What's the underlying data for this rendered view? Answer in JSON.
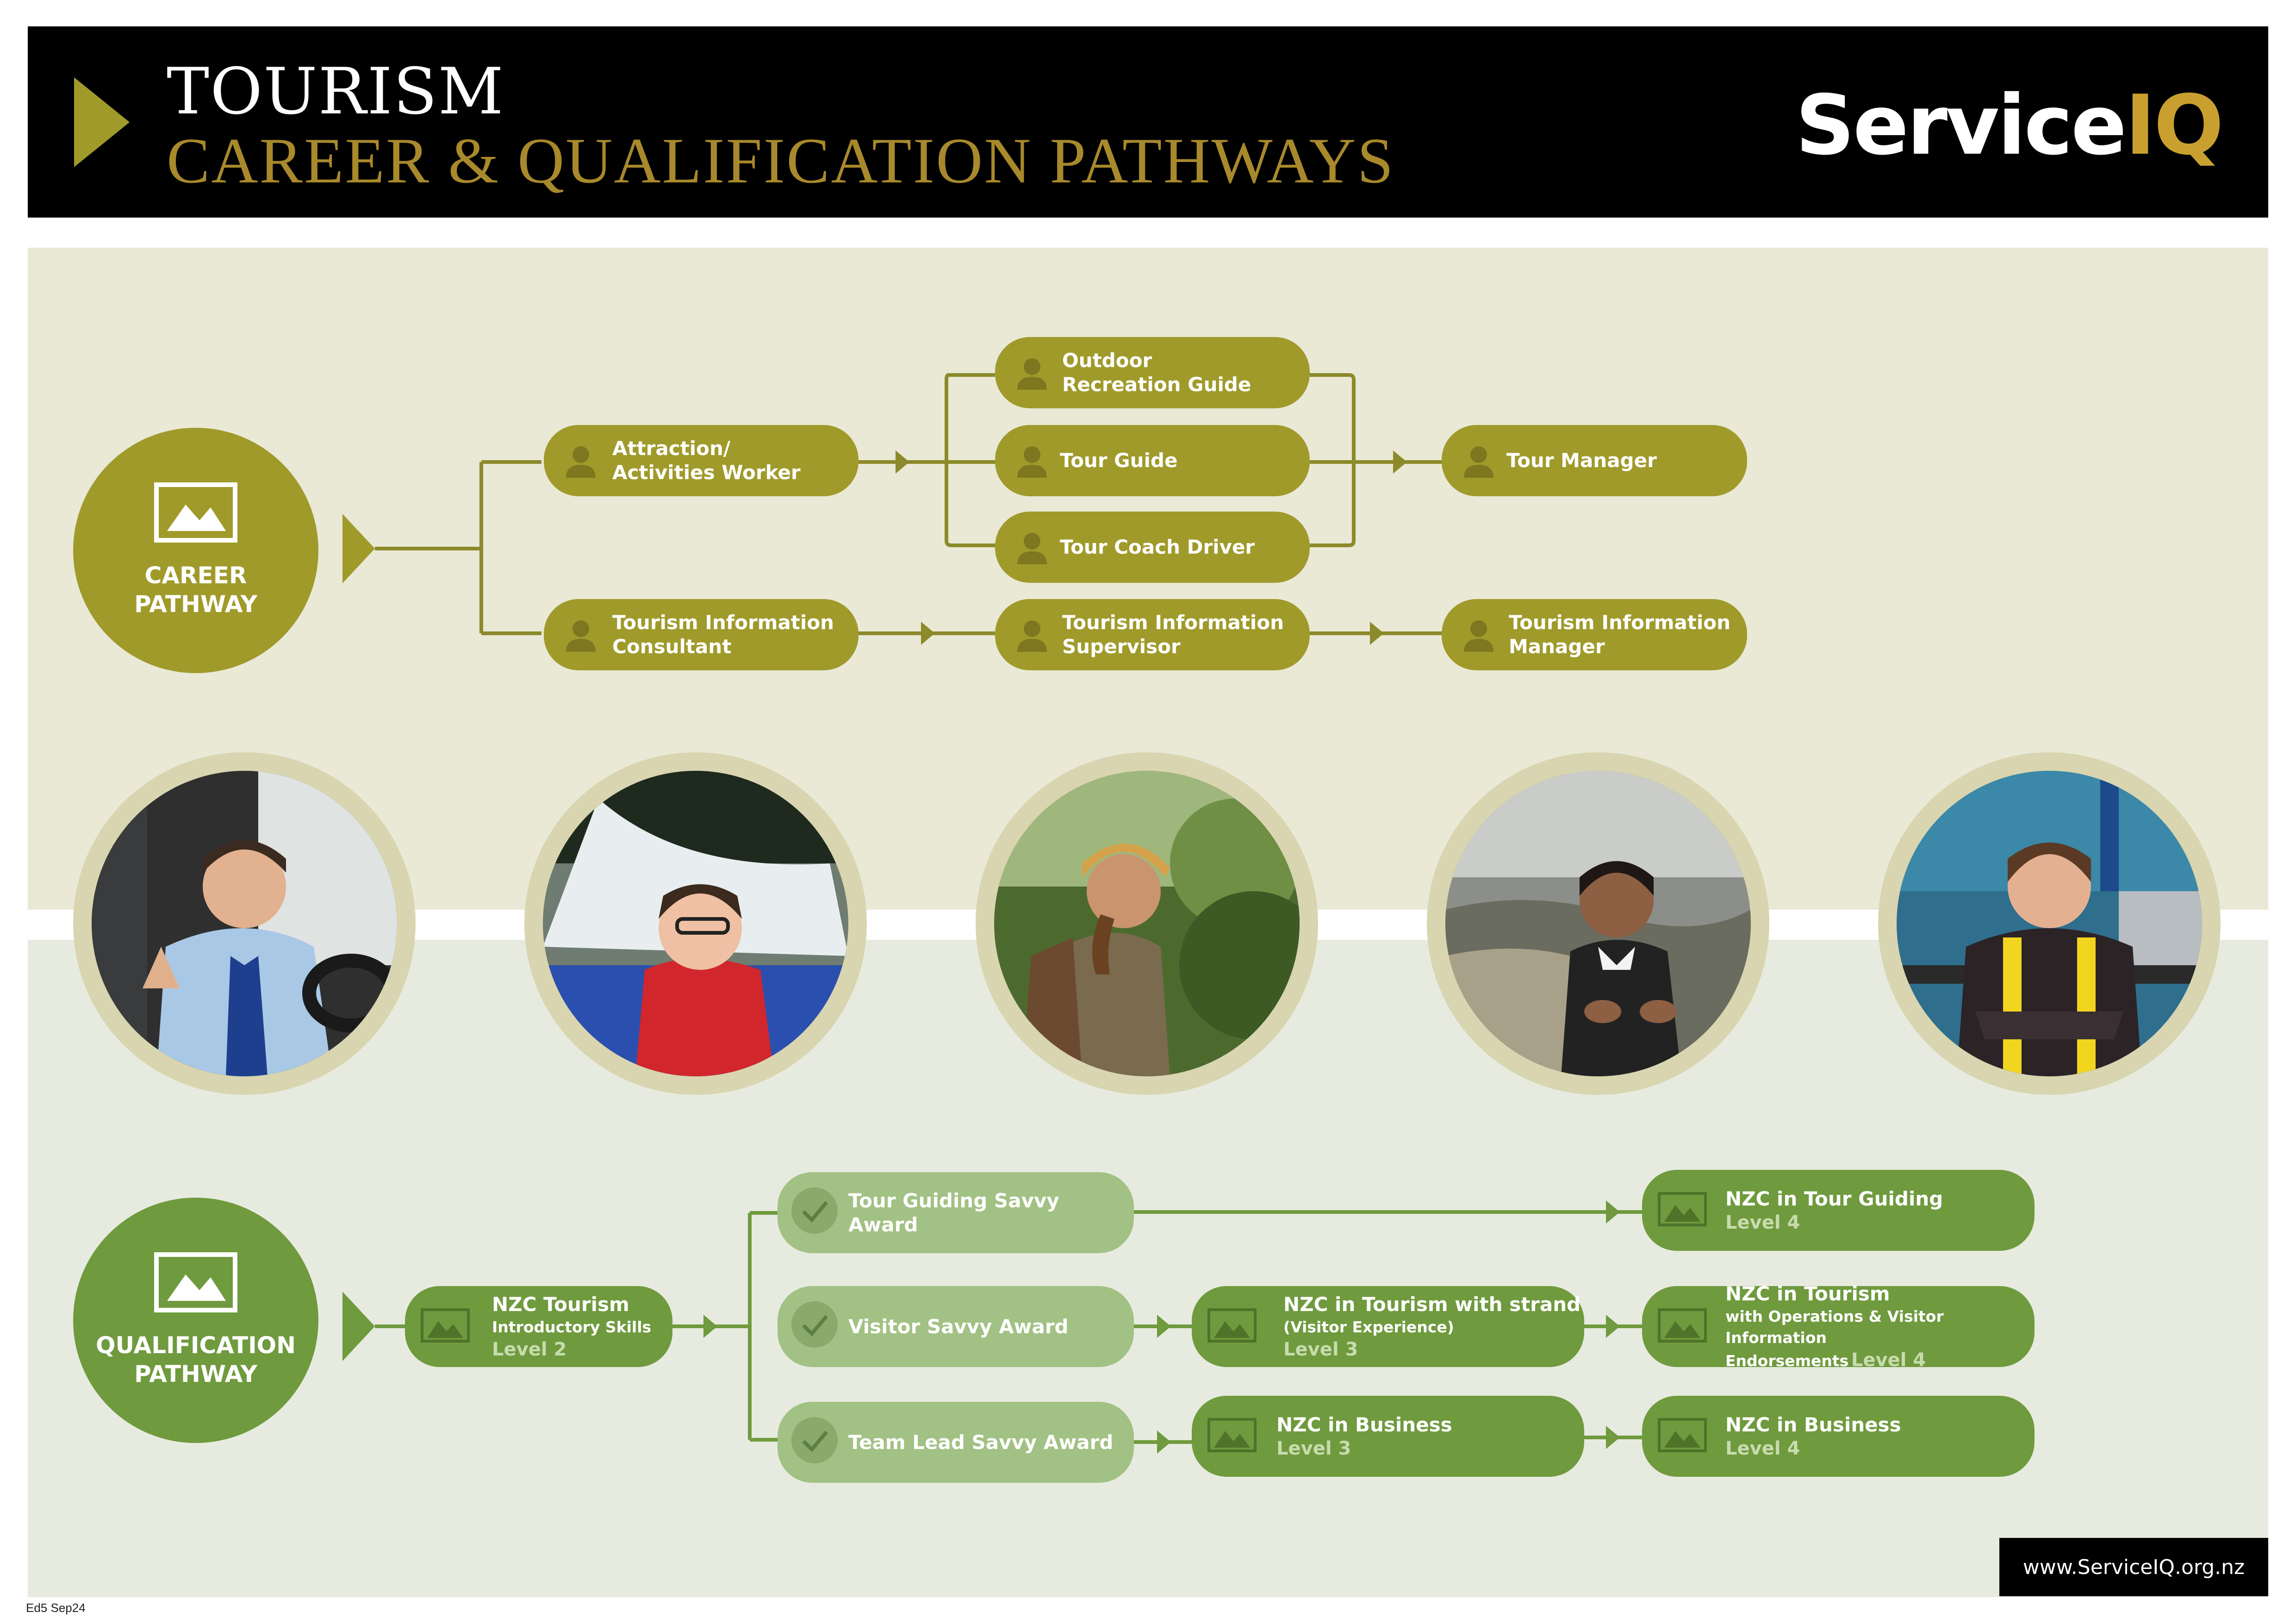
{
  "header": {
    "title": "TOURISM",
    "subtitle": "CAREER & QUALIFICATION PATHWAYS",
    "logo_text": "Service",
    "logo_accent": "IQ"
  },
  "career_pathway": {
    "label_line1": "CAREER",
    "label_line2": "PATHWAY",
    "color": "#a09a2b",
    "roles": [
      {
        "line1": "Attraction/",
        "line2": "Activities Worker"
      },
      {
        "line1": "Outdoor",
        "line2": "Recreation Guide"
      },
      {
        "line1": "Tour Guide",
        "line2": ""
      },
      {
        "line1": "Tour Coach Driver",
        "line2": ""
      },
      {
        "line1": "Tour Manager",
        "line2": ""
      },
      {
        "line1": "Tourism Information",
        "line2": "Consultant"
      },
      {
        "line1": "Tourism Information",
        "line2": "Supervisor"
      },
      {
        "line1": "Tourism Information",
        "line2": "Manager"
      }
    ]
  },
  "photos": [
    {
      "subject": "coach driver giving a thumbs up"
    },
    {
      "subject": "jet boat passenger in life jacket near waterfall"
    },
    {
      "subject": "hiker with backpack in forest"
    },
    {
      "subject": "guide at geothermal park"
    },
    {
      "subject": "bungy worker in harness"
    }
  ],
  "qualification_pathway": {
    "label_line1": "QUALIFICATION",
    "label_line2": "PATHWAY",
    "color": "#6f9a3e",
    "intro": {
      "title": "NZC Tourism",
      "sub": "Introductory Skills",
      "level": "Level 2"
    },
    "awards": [
      {
        "title": "Tour Guiding Savvy Award"
      },
      {
        "title": "Visitor Savvy Award"
      },
      {
        "title": "Team Lead Savvy Award"
      }
    ],
    "level3": [
      {
        "title": "NZC in Tourism with strand",
        "sub": "(Visitor Experience)",
        "level": "Level 3"
      },
      {
        "title": "NZC in Business",
        "sub": "",
        "level": "Level 3"
      }
    ],
    "level4": [
      {
        "title": "NZC in Tour Guiding",
        "sub": "",
        "sub2": "",
        "level": "Level 4"
      },
      {
        "title": "NZC in Tourism",
        "sub": "with Operations & Visitor Information",
        "sub2": "Endorsements",
        "level": "Level 4"
      },
      {
        "title": "NZC in Business",
        "sub": "",
        "sub2": "",
        "level": "Level 4"
      }
    ]
  },
  "footer": {
    "url": "www.ServiceIQ.org.nz",
    "edition": "Ed5 Sep24"
  }
}
